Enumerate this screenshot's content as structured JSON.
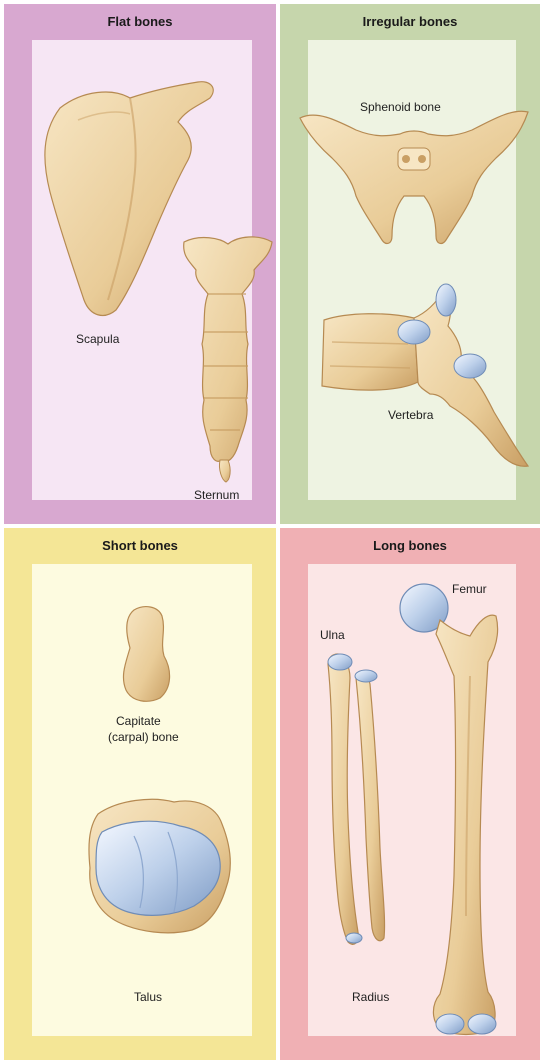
{
  "colors": {
    "flat_frame": "#d8a8d0",
    "flat_inner": "#f6e6f4",
    "irregular_frame": "#c6d6ac",
    "irregular_inner": "#eef3e2",
    "short_frame": "#f4e696",
    "short_inner": "#fdfbe0",
    "long_frame": "#f0b0b4",
    "long_inner": "#fbe6e6",
    "bone": "#ecd2a4",
    "bone_shadow": "#c99f64",
    "cartilage": "#bdd0ea"
  },
  "panels": {
    "flat": {
      "title": "Flat bones",
      "labels": {
        "scapula": "Scapula",
        "sternum": "Sternum"
      }
    },
    "irregular": {
      "title": "Irregular bones",
      "labels": {
        "sphenoid": "Sphenoid bone",
        "vertebra": "Vertebra"
      }
    },
    "short": {
      "title": "Short bones",
      "labels": {
        "capitate_1": "Capitate",
        "capitate_2": "(carpal) bone",
        "talus": "Talus"
      }
    },
    "long": {
      "title": "Long bones",
      "labels": {
        "ulna": "Ulna",
        "femur": "Femur",
        "radius": "Radius"
      }
    }
  }
}
